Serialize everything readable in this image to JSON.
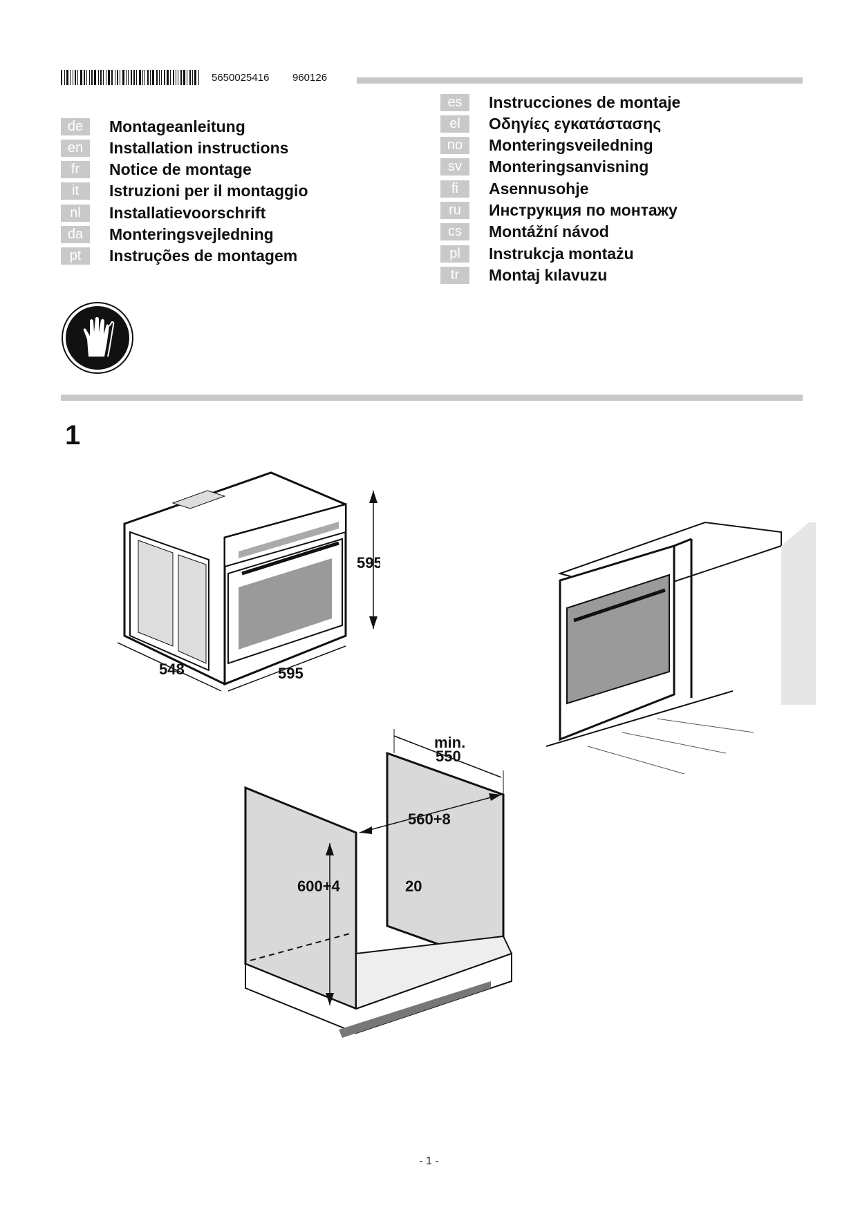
{
  "header": {
    "article_number": "5650025416",
    "date_code": "960126"
  },
  "languages_left": [
    {
      "code": "de",
      "label": "Montageanleitung"
    },
    {
      "code": "en",
      "label": "Installation instructions"
    },
    {
      "code": "fr",
      "label": "Notice de montage"
    },
    {
      "code": "it",
      "label": "Istruzioni per il montaggio"
    },
    {
      "code": "nl",
      "label": "Installatievoorschrift"
    },
    {
      "code": "da",
      "label": "Monteringsvejledning"
    },
    {
      "code": "pt",
      "label": "Instruções de montagem"
    }
  ],
  "languages_right": [
    {
      "code": "es",
      "label": "Instrucciones de montaje"
    },
    {
      "code": "el",
      "label": "Οδηγίες εγκατάστασης"
    },
    {
      "code": "no",
      "label": "Monteringsveiledning"
    },
    {
      "code": "sv",
      "label": "Monteringsanvisning"
    },
    {
      "code": "fi",
      "label": "Asennusohje"
    },
    {
      "code": "ru",
      "label": "Инструкция по монтажу"
    },
    {
      "code": "cs",
      "label": "Montážní návod"
    },
    {
      "code": "pl",
      "label": "Instrukcja montażu"
    },
    {
      "code": "tr",
      "label": "Montaj kılavuzu"
    }
  ],
  "safety_icon": "gloves-icon",
  "figure": {
    "number": "1",
    "oven_dims": {
      "height": "595",
      "depth": "548",
      "width": "595"
    },
    "cabinet_dims": {
      "depth_label": "min.",
      "depth": "550",
      "width": "560+8",
      "height": "600+4",
      "gap": "20"
    }
  },
  "footer": {
    "page": "- 1 -"
  }
}
